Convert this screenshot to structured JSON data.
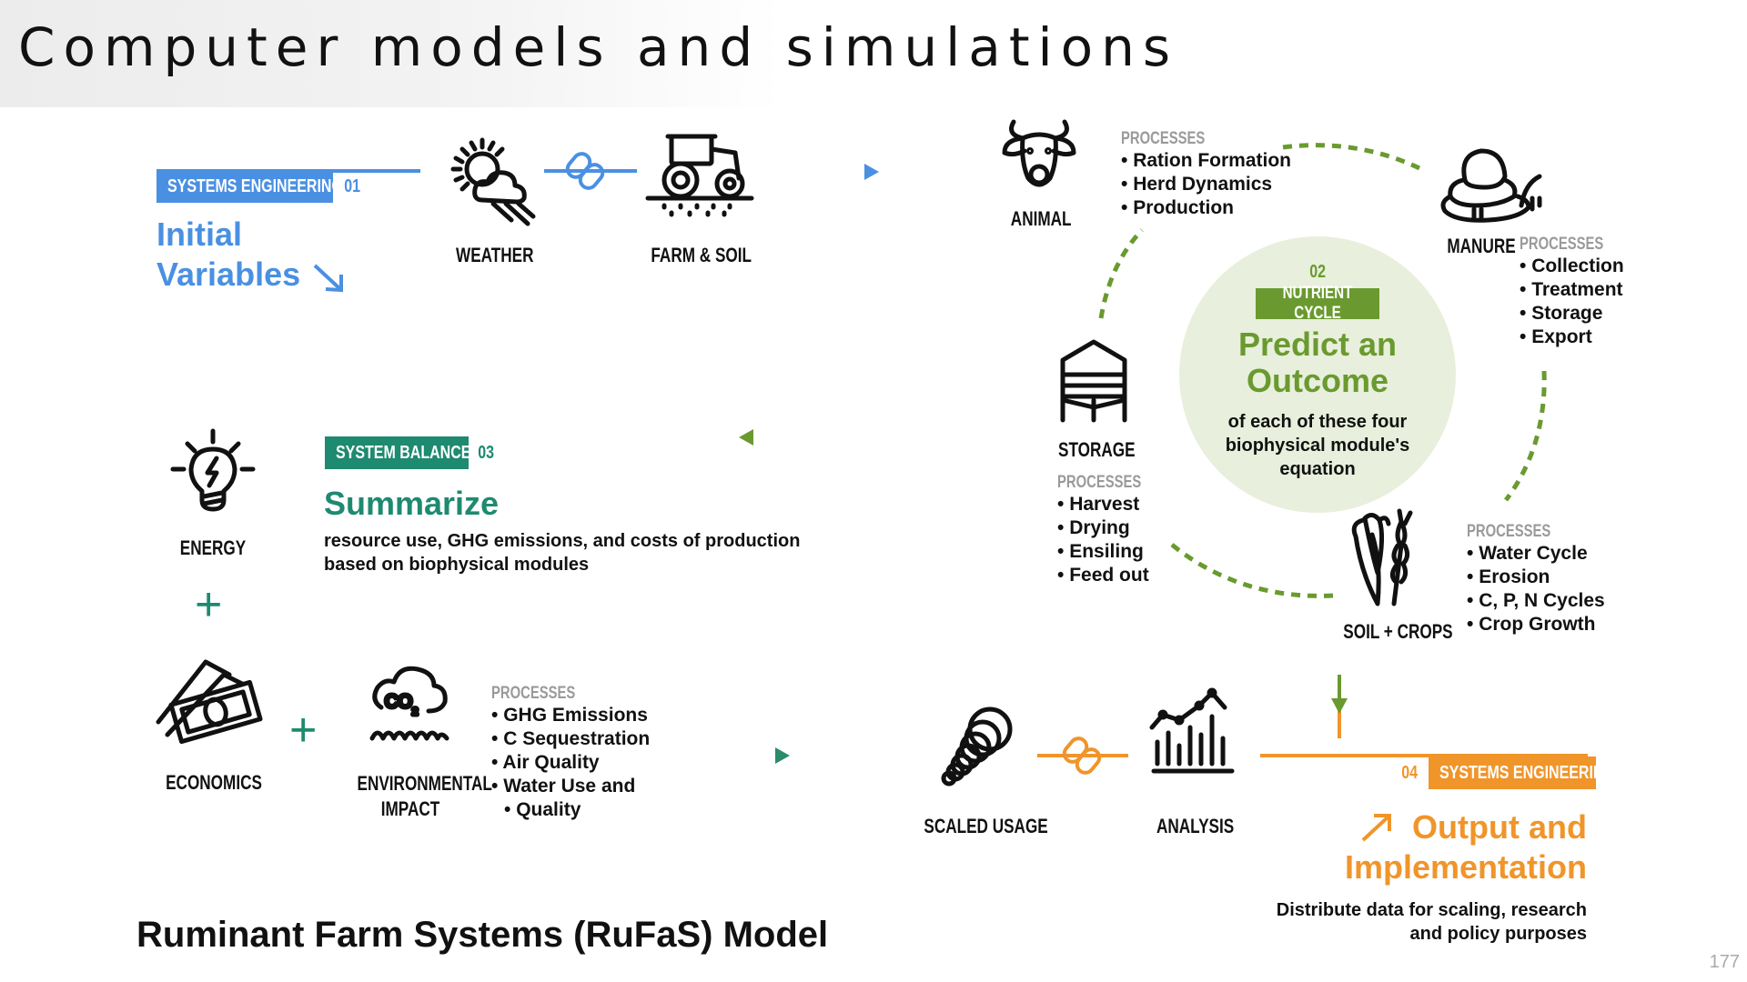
{
  "slide": {
    "title": "Computer models and simulations",
    "page_number": "177",
    "caption": "Ruminant Farm Systems (RuFaS) Model"
  },
  "colors": {
    "blue": "#4a90e2",
    "green": "#6a9a2f",
    "teal": "#1e8a70",
    "orange": "#f0952a",
    "circle_bg": "#e8efdc"
  },
  "stage1": {
    "badge_label": "SYSTEMS ENGINEERING",
    "badge_number": "01",
    "heading_line1": "Initial",
    "heading_line2": "Variables",
    "arrow_icon": "arrow-down-right-icon",
    "nodes": [
      {
        "label": "WEATHER",
        "icon": "weather-icon"
      },
      {
        "label": "FARM & SOIL",
        "icon": "tractor-icon"
      }
    ]
  },
  "stage2": {
    "number": "02",
    "badge_label": "NUTRIENT CYCLE",
    "heading_line1": "Predict an",
    "heading_line2": "Outcome",
    "desc_line1": "of each of these four",
    "desc_line2": "biophysical module's",
    "desc_line3": "equation",
    "modules": [
      {
        "label": "ANIMAL",
        "icon": "cow-icon",
        "processes_label": "PROCESSES",
        "processes": [
          "Ration Formation",
          "Herd Dynamics",
          "Production"
        ]
      },
      {
        "label": "MANURE",
        "icon": "manure-icon",
        "processes_label": "PROCESSES",
        "processes": [
          "Collection",
          "Treatment",
          "Storage",
          "Export"
        ]
      },
      {
        "label": "SOIL + CROPS",
        "icon": "crops-icon",
        "processes_label": "PROCESSES",
        "processes": [
          "Water Cycle",
          "Erosion",
          "C, P, N Cycles",
          "Crop Growth"
        ]
      },
      {
        "label": "STORAGE",
        "icon": "silo-icon",
        "processes_label": "PROCESSES",
        "processes": [
          "Harvest",
          "Drying",
          "Ensiling",
          "Feed out"
        ]
      }
    ]
  },
  "stage3": {
    "badge_label": "SYSTEM BALANCE",
    "badge_number": "03",
    "heading": "Summarize",
    "desc_line1": "resource use, GHG emissions, and costs of production",
    "desc_line2": "based on biophysical modules",
    "nodes": [
      {
        "label": "ENERGY",
        "icon": "lightbulb-icon"
      },
      {
        "label": "ECONOMICS",
        "icon": "money-icon"
      },
      {
        "label_line1": "ENVIRONMENTAL",
        "label_line2": "IMPACT",
        "icon": "co2-cloud-icon",
        "processes_label": "PROCESSES",
        "processes": [
          "GHG Emissions",
          "C Sequestration",
          "Air Quality",
          "Water Use and",
          "Quality"
        ]
      }
    ],
    "plus_symbol": "+"
  },
  "stage4": {
    "badge_label": "SYSTEMS ENGINEERING",
    "badge_number": "04",
    "heading_line1": "Output and",
    "heading_line2": "Implementation",
    "arrow_icon": "arrow-up-right-icon",
    "desc_line1": "Distribute data for scaling, research",
    "desc_line2": "and policy purposes",
    "nodes": [
      {
        "label": "SCALED USAGE",
        "icon": "spring-icon"
      },
      {
        "label": "ANALYSIS",
        "icon": "chart-icon"
      }
    ]
  }
}
